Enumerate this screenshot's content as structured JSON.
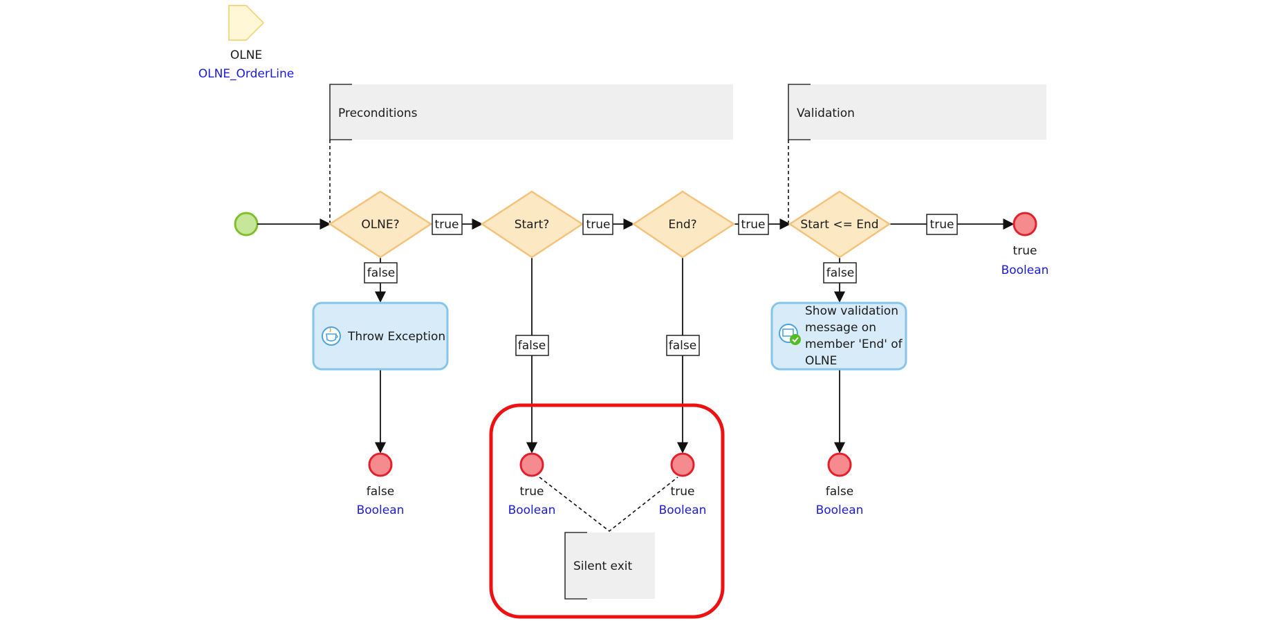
{
  "parameter": {
    "name": "OLNE",
    "type": "OLNE_OrderLine"
  },
  "annotations": {
    "preconditions": "Preconditions",
    "validation": "Validation",
    "silent_exit": "Silent exit"
  },
  "decisions": {
    "olne": "OLNE?",
    "start": "Start?",
    "end": "End?",
    "start_le_end": "Start <= End"
  },
  "edge_labels": {
    "olne_true": "true",
    "start_true": "true",
    "end_true": "true",
    "valid_true": "true",
    "olne_false": "false",
    "start_false": "false",
    "end_false": "false",
    "valid_false": "false"
  },
  "actions": {
    "throw_exception": "Throw Exception",
    "show_validation_lines": [
      "Show validation",
      "message on",
      "member 'End' of",
      "OLNE"
    ]
  },
  "end_events": {
    "success": {
      "value": "true",
      "type": "Boolean"
    },
    "olne_missing": {
      "value": "false",
      "type": "Boolean"
    },
    "start_missing": {
      "value": "true",
      "type": "Boolean"
    },
    "end_missing": {
      "value": "true",
      "type": "Boolean"
    },
    "invalid": {
      "value": "false",
      "type": "Boolean"
    }
  },
  "colors": {
    "decision_fill": "#fde8c4",
    "decision_stroke": "#f4c27a",
    "action_fill": "#d7ecf8",
    "action_stroke": "#85c5ea",
    "end_fill": "#f58a8f",
    "end_stroke": "#e2202b",
    "start_fill": "#c6e79a",
    "start_stroke": "#7fbf2a",
    "type_text": "#1a1adb",
    "highlight": "#ee1111"
  }
}
